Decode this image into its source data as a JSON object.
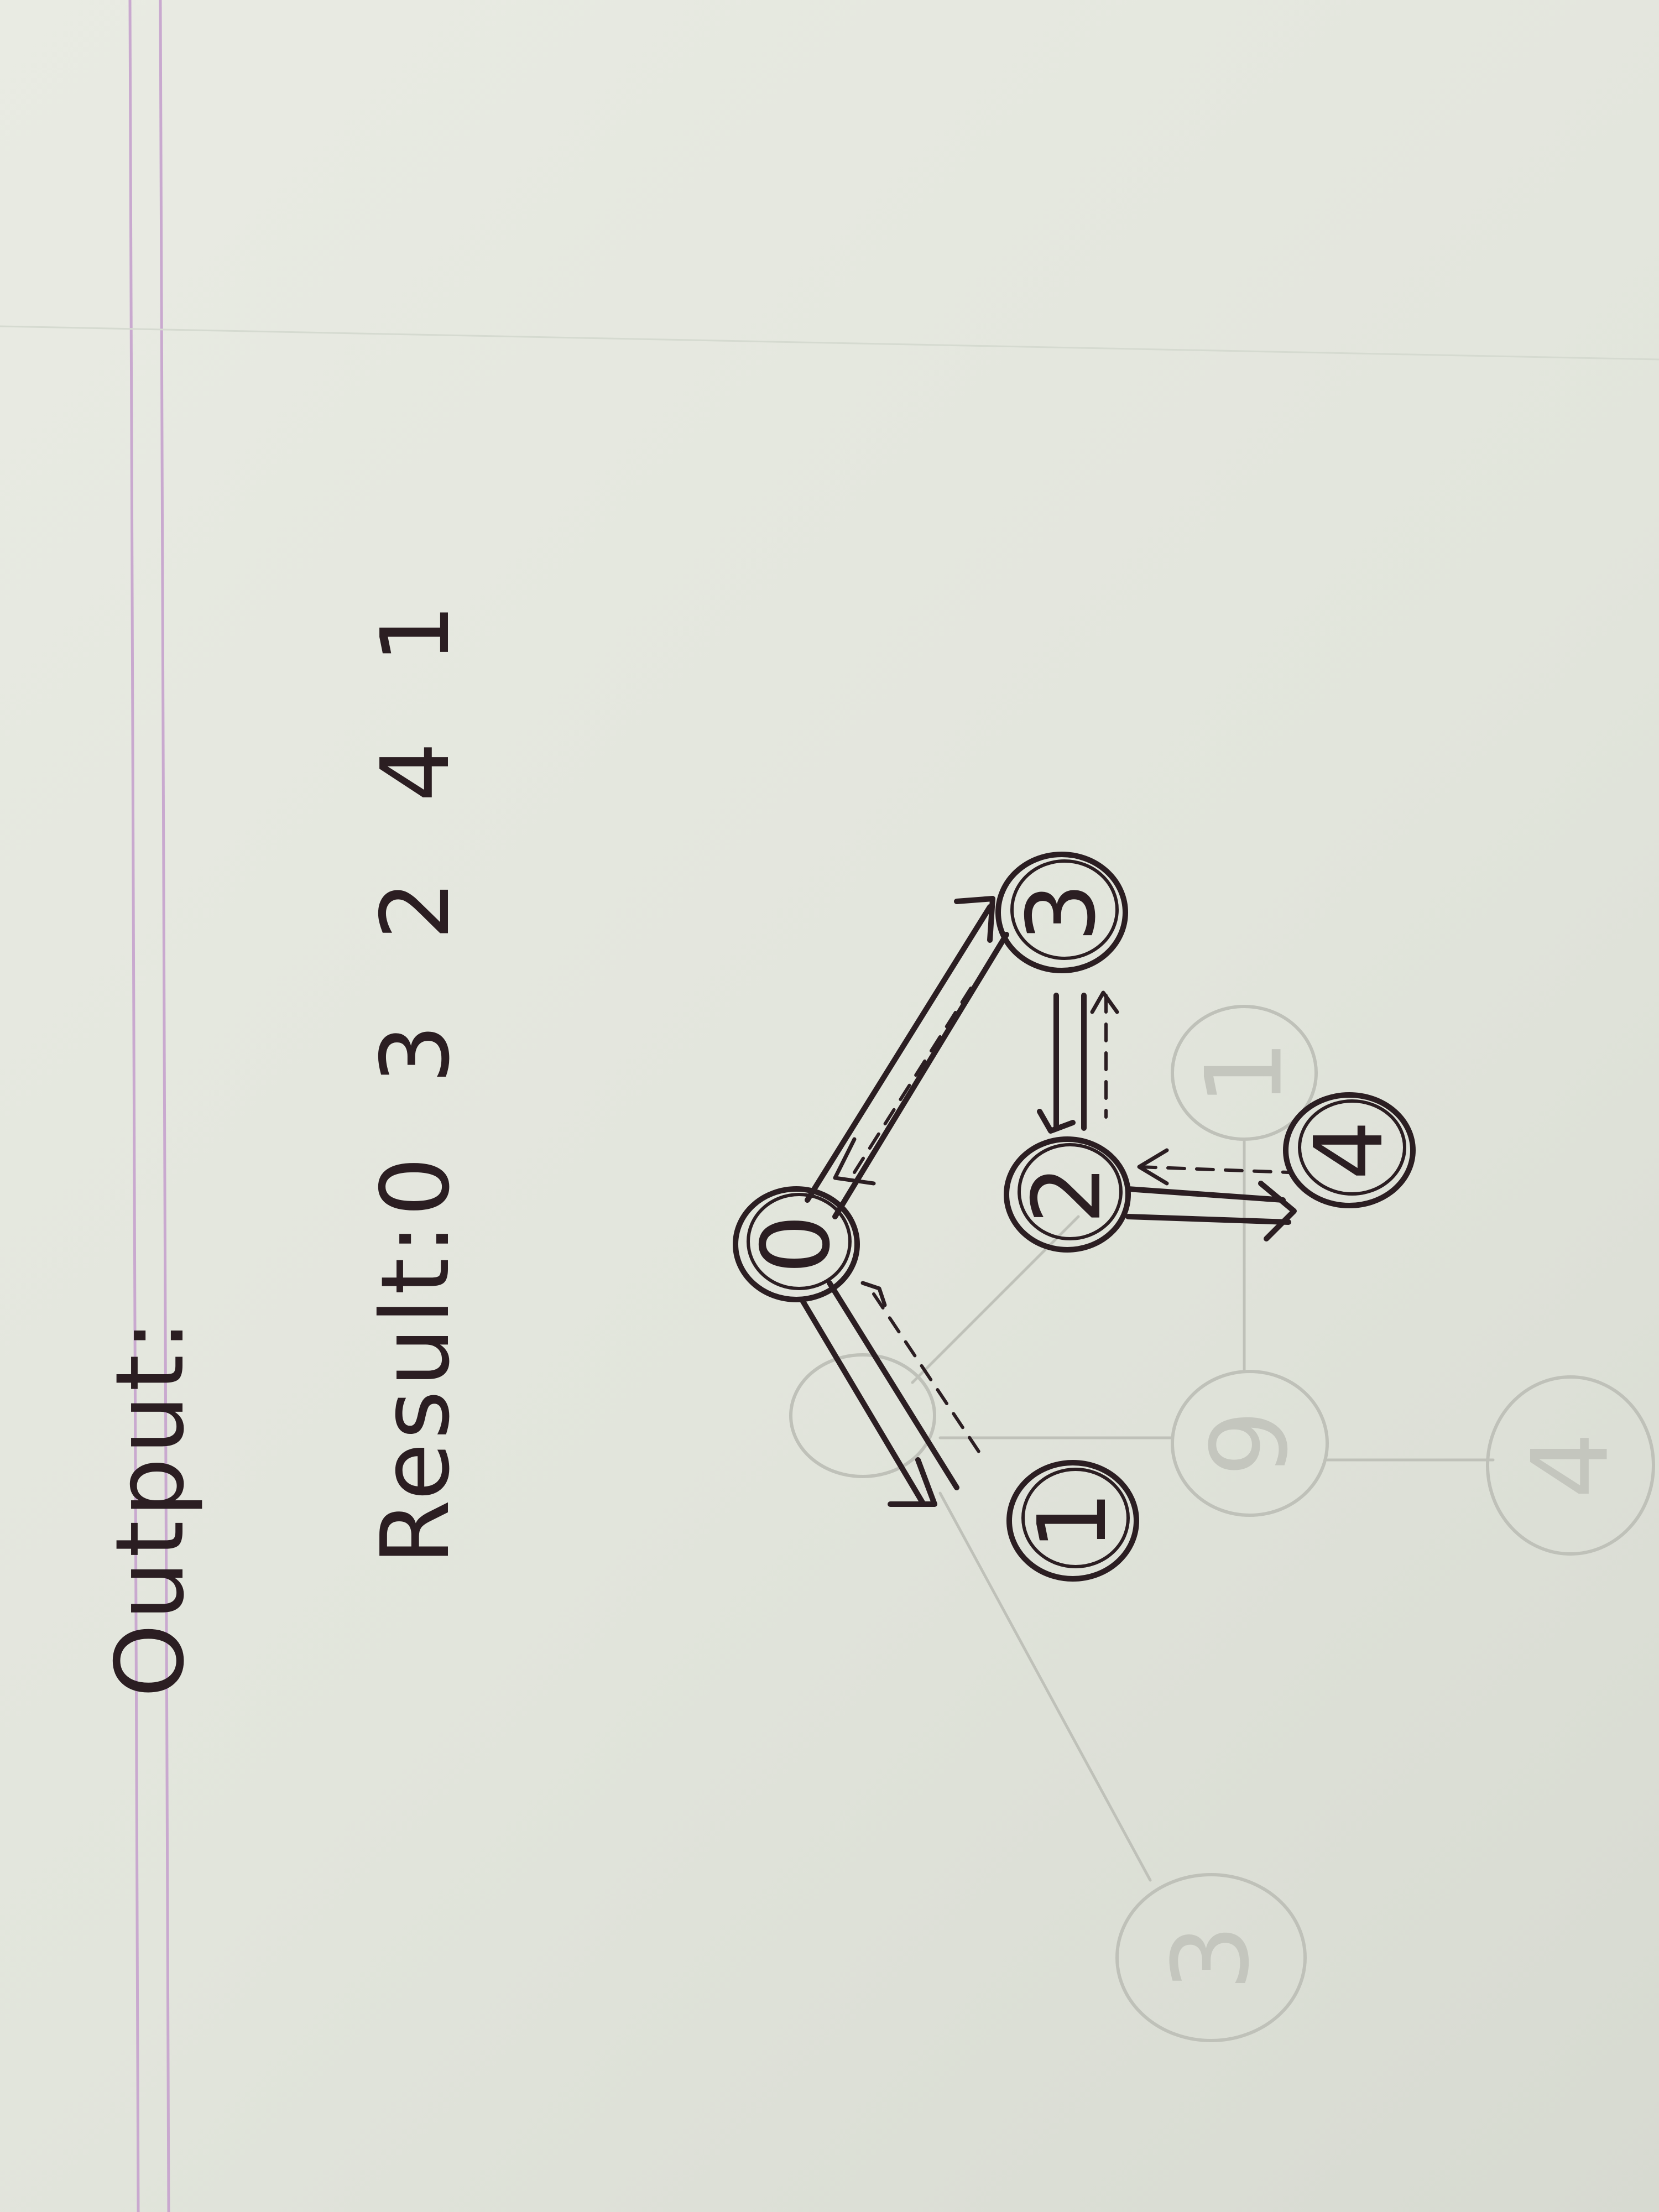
{
  "heading": "Output:",
  "result": {
    "label": "Result:",
    "sequence": [
      "0",
      "3",
      "2",
      "4",
      "1"
    ]
  },
  "graph": {
    "nodes": [
      "0",
      "1",
      "2",
      "3",
      "4"
    ],
    "edges": [
      [
        "0",
        "1"
      ],
      [
        "0",
        "3"
      ],
      [
        "3",
        "2"
      ],
      [
        "2",
        "4"
      ]
    ]
  },
  "faded_background": {
    "labels": [
      "1",
      "9",
      "4",
      "3"
    ]
  }
}
